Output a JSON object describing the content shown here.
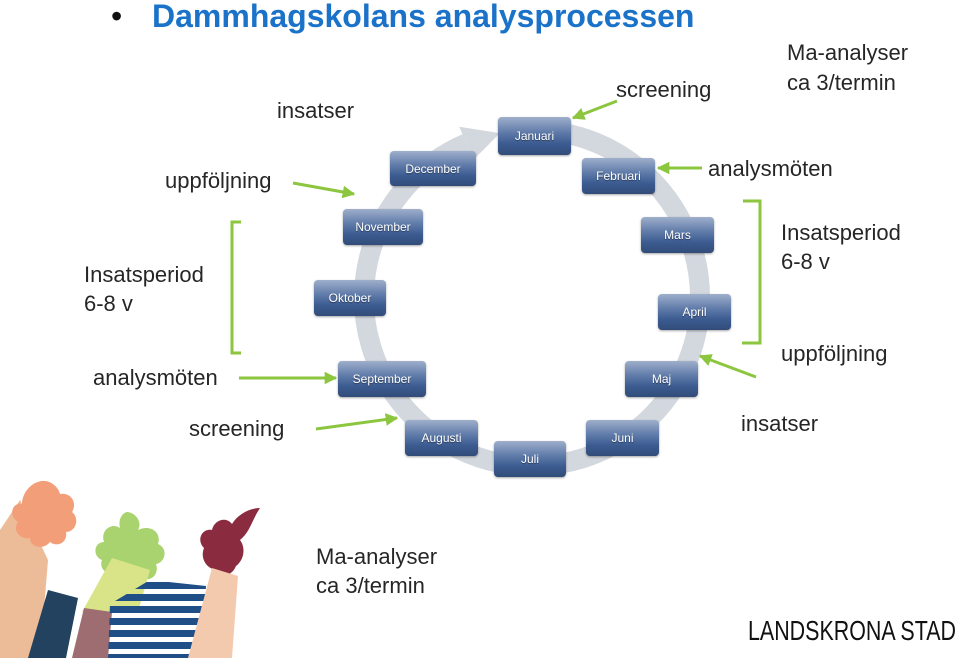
{
  "slide": {
    "bullet": "•",
    "title": "Dammhagskolans analysprocessen"
  },
  "colors": {
    "title": "#1a72c9",
    "arrow_green": "#8cc63f",
    "cycle_ring": "#d3d7de",
    "month_box": "#3e5f97",
    "text": "#262626"
  },
  "cycle": {
    "months": [
      "Januari",
      "Februari",
      "Mars",
      "April",
      "Maj",
      "Juni",
      "Juli",
      "Augusti",
      "September",
      "Oktober",
      "November",
      "December"
    ]
  },
  "annotations": {
    "insatser_top": "insatser",
    "screening_top": "screening",
    "ma_analyser_top": {
      "line1": "Ma-analyser",
      "line2": "ca 3/termin"
    },
    "uppfoljning_left": "uppföljning",
    "analysmoten_right": "analysmöten",
    "insatsperiod_left": {
      "line1": "Insatsperiod",
      "line2": "6-8 v"
    },
    "insatsperiod_right": {
      "line1": "Insatsperiod",
      "line2": "6-8 v"
    },
    "analysmoten_left": "analysmöten",
    "uppfoljning_right": "uppföljning",
    "screening_bottom": "screening",
    "insatser_bottom": "insatser",
    "ma_analyser_bottom": {
      "line1": "Ma-analyser",
      "line2": "ca 3/termin"
    }
  },
  "logo": {
    "text": "LANDSKRONA STAD"
  }
}
